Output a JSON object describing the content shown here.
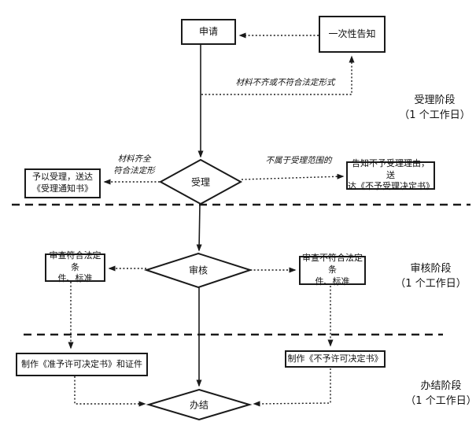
{
  "flowchart": {
    "nodes": {
      "apply": "申请",
      "one_time_notice": "一次性告知",
      "accept_decision": "受理",
      "review_decision": "审核",
      "complete_decision": "办结",
      "grant_accept_line1": "予以受理，送达",
      "grant_accept_line2": "《受理通知书》",
      "reject_accept_line1": "告知不予受理理由，送",
      "reject_accept_line2": "达《不予受理决定书》",
      "review_pass_line1": "审查符合法定条",
      "review_pass_line2": "件、标准",
      "review_fail_line1": "审查不符合法定条",
      "review_fail_line2": "件、标准",
      "make_license": "制作《准予许可决定书》和证件",
      "make_denial": "制作《不予许可决定书》"
    },
    "edge_labels": {
      "materials_incomplete": "材料不齐或不符合法定形式",
      "materials_complete_line1": "材料齐全",
      "materials_complete_line2": "符合法定形",
      "out_of_scope": "不属于受理范围的"
    },
    "stages": [
      {
        "name": "受理阶段",
        "duration": "（1 个工作日）"
      },
      {
        "name": "审核阶段",
        "duration": "（1 个工作日）"
      },
      {
        "name": "办结阶段",
        "duration": "（1 个工作日）"
      }
    ],
    "colors": {
      "line": "#1a1a1a",
      "text": "#111111",
      "background": "#ffffff"
    }
  }
}
